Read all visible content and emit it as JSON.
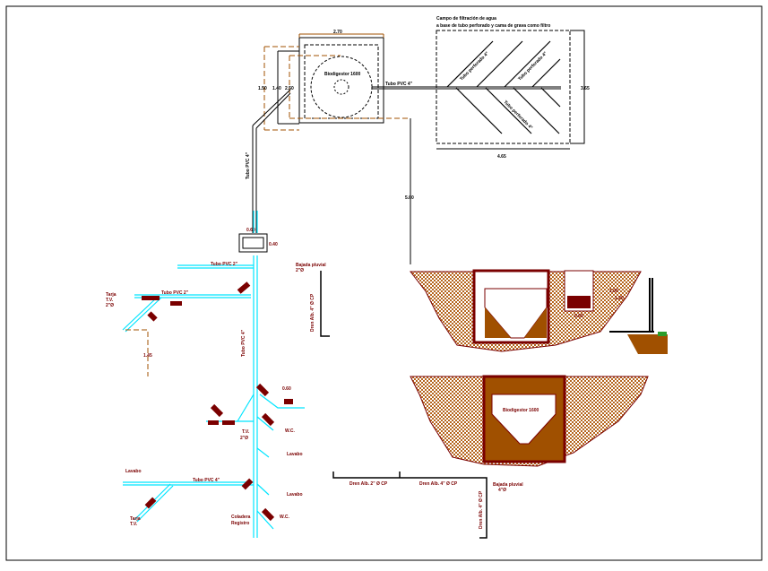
{
  "colors": {
    "pipe": "#00e5ff",
    "annotation": "#7a0000",
    "dimension": "#a05000",
    "soil": "#b5651d",
    "line": "#000000"
  },
  "plan": {
    "field_title_1": "Campo de filtración de agua",
    "field_title_2": "a base de tubo perforado y cama de grava como filtro",
    "tank_label": "Biodigestor 1600",
    "pipe_main": "Tubo PVC 4\"",
    "perforated_1": "Tubo perforado 4\"",
    "perforated_2": "Tubo perforado 4\"",
    "perforated_3": "Tubo perforado 4\"",
    "dim_top": "2.70",
    "dim_left_1": "1.50",
    "dim_left_2": "1.40",
    "dim_left_3": "2.50",
    "dim_field_w": "4.65",
    "dim_field_h": "3.65",
    "dim_drop": "5.00",
    "pipe_vertical": "Tubo PVC 4\""
  },
  "network": {
    "register_w": "0.60",
    "register_h": "0.40",
    "pipe_2": "Tubo PVC 2\"",
    "pipe_4": "Tubo PVC 4\"",
    "tarja": "Tarja",
    "tv": "T.V.",
    "tv_size": "2\"Ø",
    "lavabo": "Lavabo",
    "wc": "W.C.",
    "dim_145": "1.45",
    "dim_060": "0.60",
    "bajada": "Bajada pluvial",
    "bajada_size": "2\"Ø",
    "coladera": "Coladera",
    "registro": "Registro",
    "dren_1": "Dren Alb. 2\" Ø CP",
    "dren_2": "Dren Alb. 4\" Ø CP",
    "dren_3": "Dren Alb. 4\" Ø CP",
    "dren_vertical": "Dren Alb. 4\" Ø CP",
    "bajada_2": "Bajada pluvial",
    "bajada_2_size": "4\"Ø"
  },
  "sections": {
    "tank_label_1": "Biodigestor 1600",
    "tank_label_2": "Biodigestor 1600",
    "dim_1": "0.60",
    "dim_2": "1.00",
    "dim_3": "1.20"
  }
}
